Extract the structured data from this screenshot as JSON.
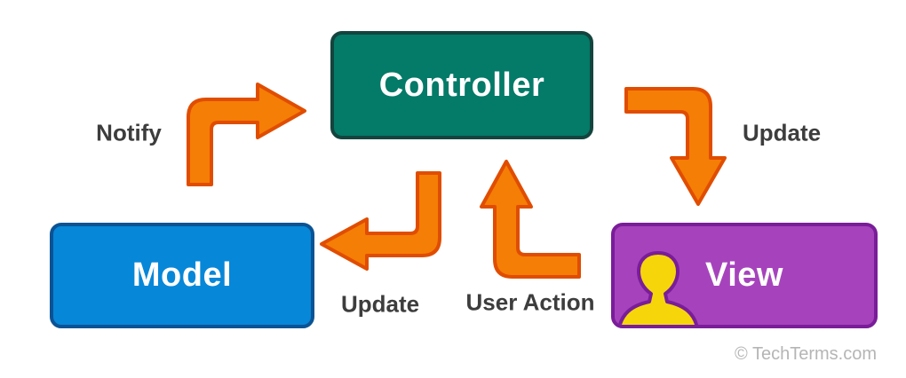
{
  "boxes": {
    "controller": {
      "label": "Controller",
      "fill": "#047A68",
      "border": "#14443E"
    },
    "model": {
      "label": "Model",
      "fill": "#0787D8",
      "border": "#0B5394"
    },
    "view": {
      "label": "View",
      "fill": "#A643BC",
      "border": "#7A1D99"
    }
  },
  "labels": {
    "notify": "Notify",
    "update_view": "Update",
    "update_model": "Update",
    "user_action": "User Action"
  },
  "arrows": [
    {
      "label": "Notify",
      "from": "Model",
      "to": "Controller"
    },
    {
      "label": "Update",
      "from": "Controller",
      "to": "View"
    },
    {
      "label": "Update",
      "from": "Controller",
      "to": "Model"
    },
    {
      "label": "User Action",
      "from": "View",
      "to": "Controller"
    }
  ],
  "credit": "© TechTerms.com",
  "icons": {
    "user_icon": "person-silhouette"
  },
  "colors": {
    "arrow_fill": "#F57E06",
    "arrow_stroke": "#E04D00",
    "label_text": "#3D3D3D",
    "credit_text": "#B5B5B5",
    "box_text": "#FFFFFF",
    "user_icon_fill": "#F6D60B",
    "user_icon_stroke": "#7A1D99",
    "background": "#FFFFFF"
  }
}
